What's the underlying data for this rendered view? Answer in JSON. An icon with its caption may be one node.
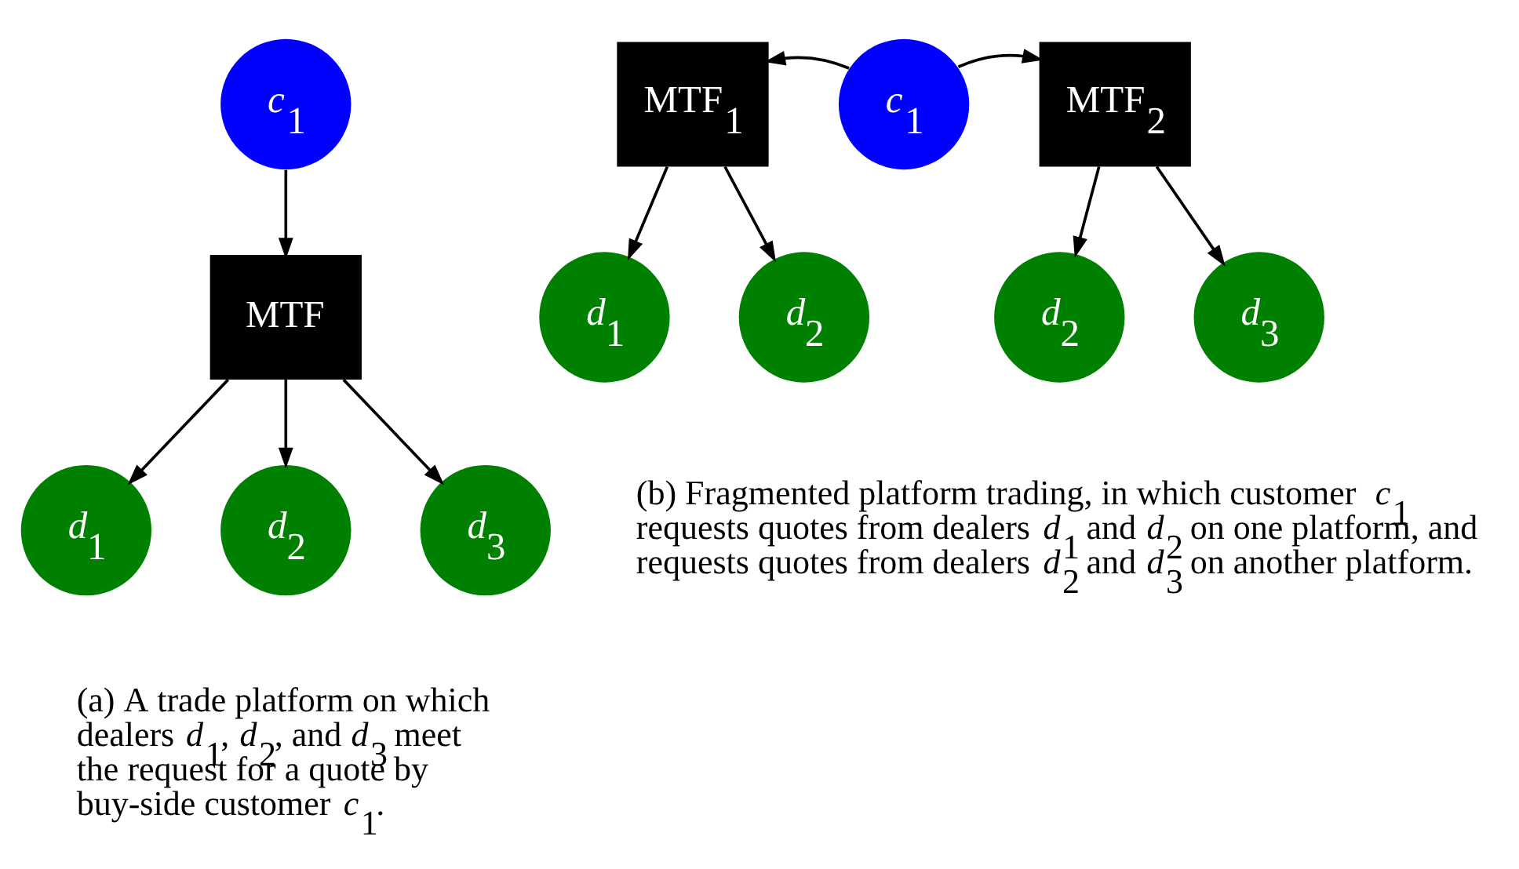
{
  "diagram": {
    "nodes": [
      {
        "text": [
          "*c*$_{1}$"
        ]
      },
      {
        "text": [
          "MTF"
        ]
      },
      {
        "text": [
          "*d*$_{1}$"
        ]
      },
      {
        "text": [
          "*d*$_{2}$"
        ]
      },
      {
        "text": [
          "*d*$_{3}$"
        ]
      },
      {
        "text": [
          "*d*$_{1}$"
        ]
      },
      {
        "text": [
          "MTF$_{1}$"
        ]
      },
      {
        "text": [
          "*c*$_{1}$"
        ]
      },
      {
        "text": [
          "MTF$_{2}$"
        ]
      },
      {
        "text": [
          "*d*$_{2}$"
        ]
      },
      {
        "text": [
          "*d*$_{2}$"
        ]
      },
      {
        "text": [
          "*d*$_{3}$"
        ]
      }
    ],
    "edges": [
      {
        "from": 0,
        "to": 1,
        "arrow": "to"
      },
      {
        "from": 1,
        "to": 2,
        "arrow": "to"
      },
      {
        "from": 1,
        "to": 3,
        "arrow": "to"
      },
      {
        "from": 1,
        "to": 4,
        "arrow": "to"
      },
      {
        "from": 6,
        "to": 5,
        "arrow": "to"
      },
      {
        "from": 7,
        "to": 6,
        "arrow": "to"
      },
      {
        "from": 7,
        "to": 8,
        "arrow": "to"
      },
      {
        "from": 6,
        "to": 9,
        "arrow": "to"
      },
      {
        "from": 8,
        "to": 10,
        "arrow": "to"
      },
      {
        "from": 8,
        "to": 11,
        "arrow": "to"
      }
    ],
    "labels": [
      "(a) A trade platform on which dealers *d*$_{1}$, *d*$_{2}$, and *d*$_{3}$ meet the request for a quote by buy-side customer *c*$_{1}$.",
      "(b) Fragmented platform trading, in which customer *c*$_{1}$ requests quotes from dealers *d*$_{1}$ and *d*$_{2}$ on one platform, and requests quotes from dealers *d*$_{2}$ and *d*$_{3}$ on another platform."
    ]
  }
}
